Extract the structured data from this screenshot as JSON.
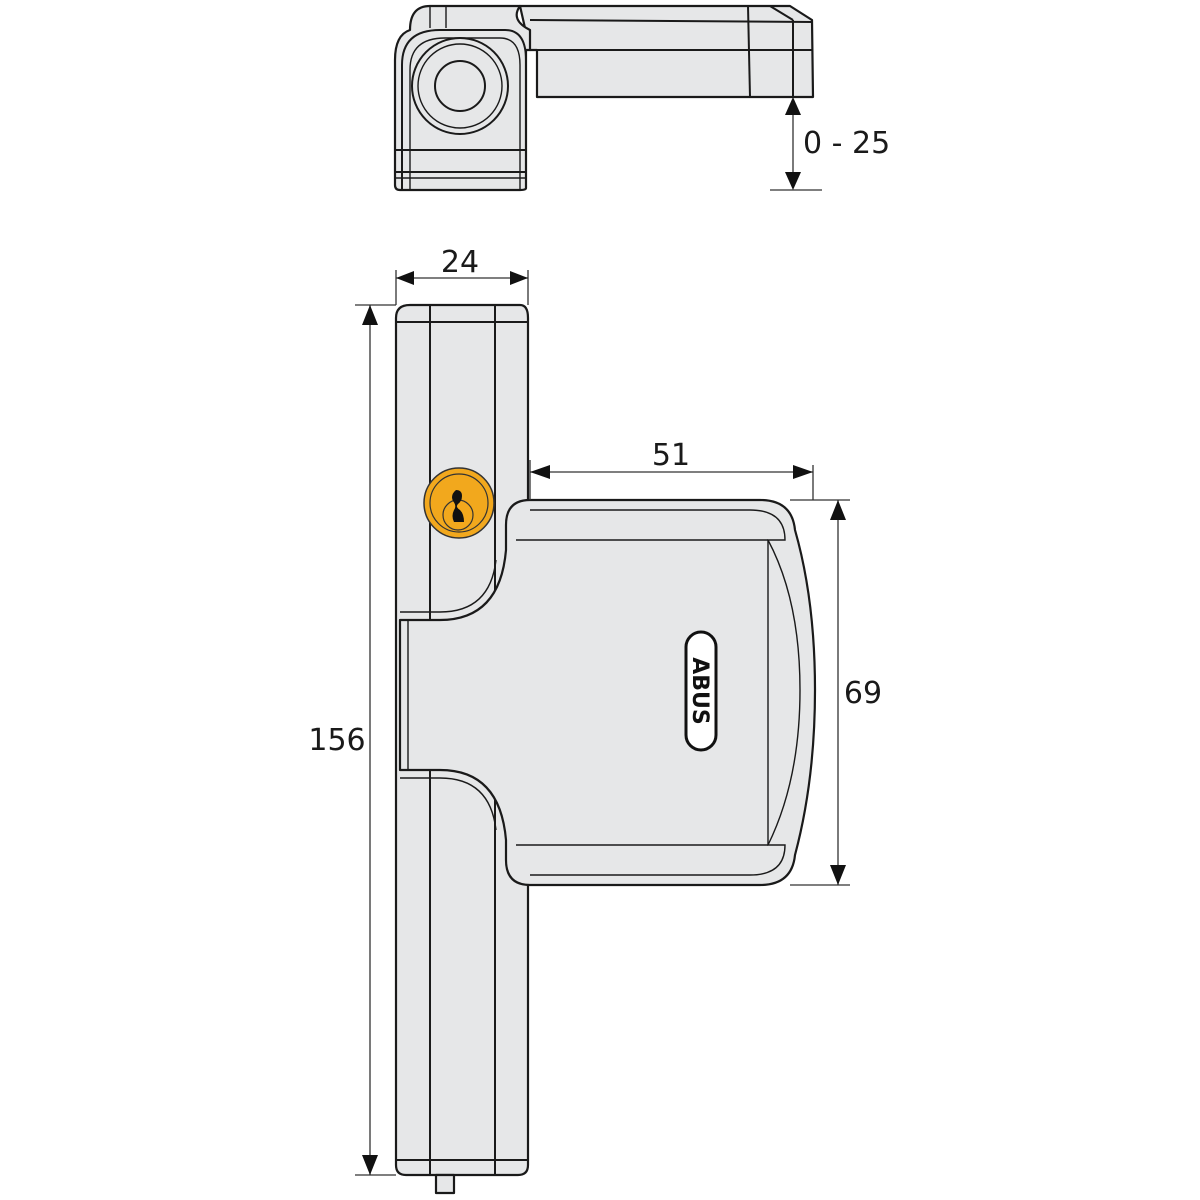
{
  "dimensions": {
    "adjustment_range": "0 - 25",
    "width_bar": "24",
    "height_total": "156",
    "leaf_length": "51",
    "leaf_height": "69"
  },
  "brand": {
    "logo_text": "ABUS"
  },
  "colors": {
    "body": "#e6e7e8",
    "key_cylinder": "#f2a81d",
    "outline": "#1a1a1a"
  }
}
